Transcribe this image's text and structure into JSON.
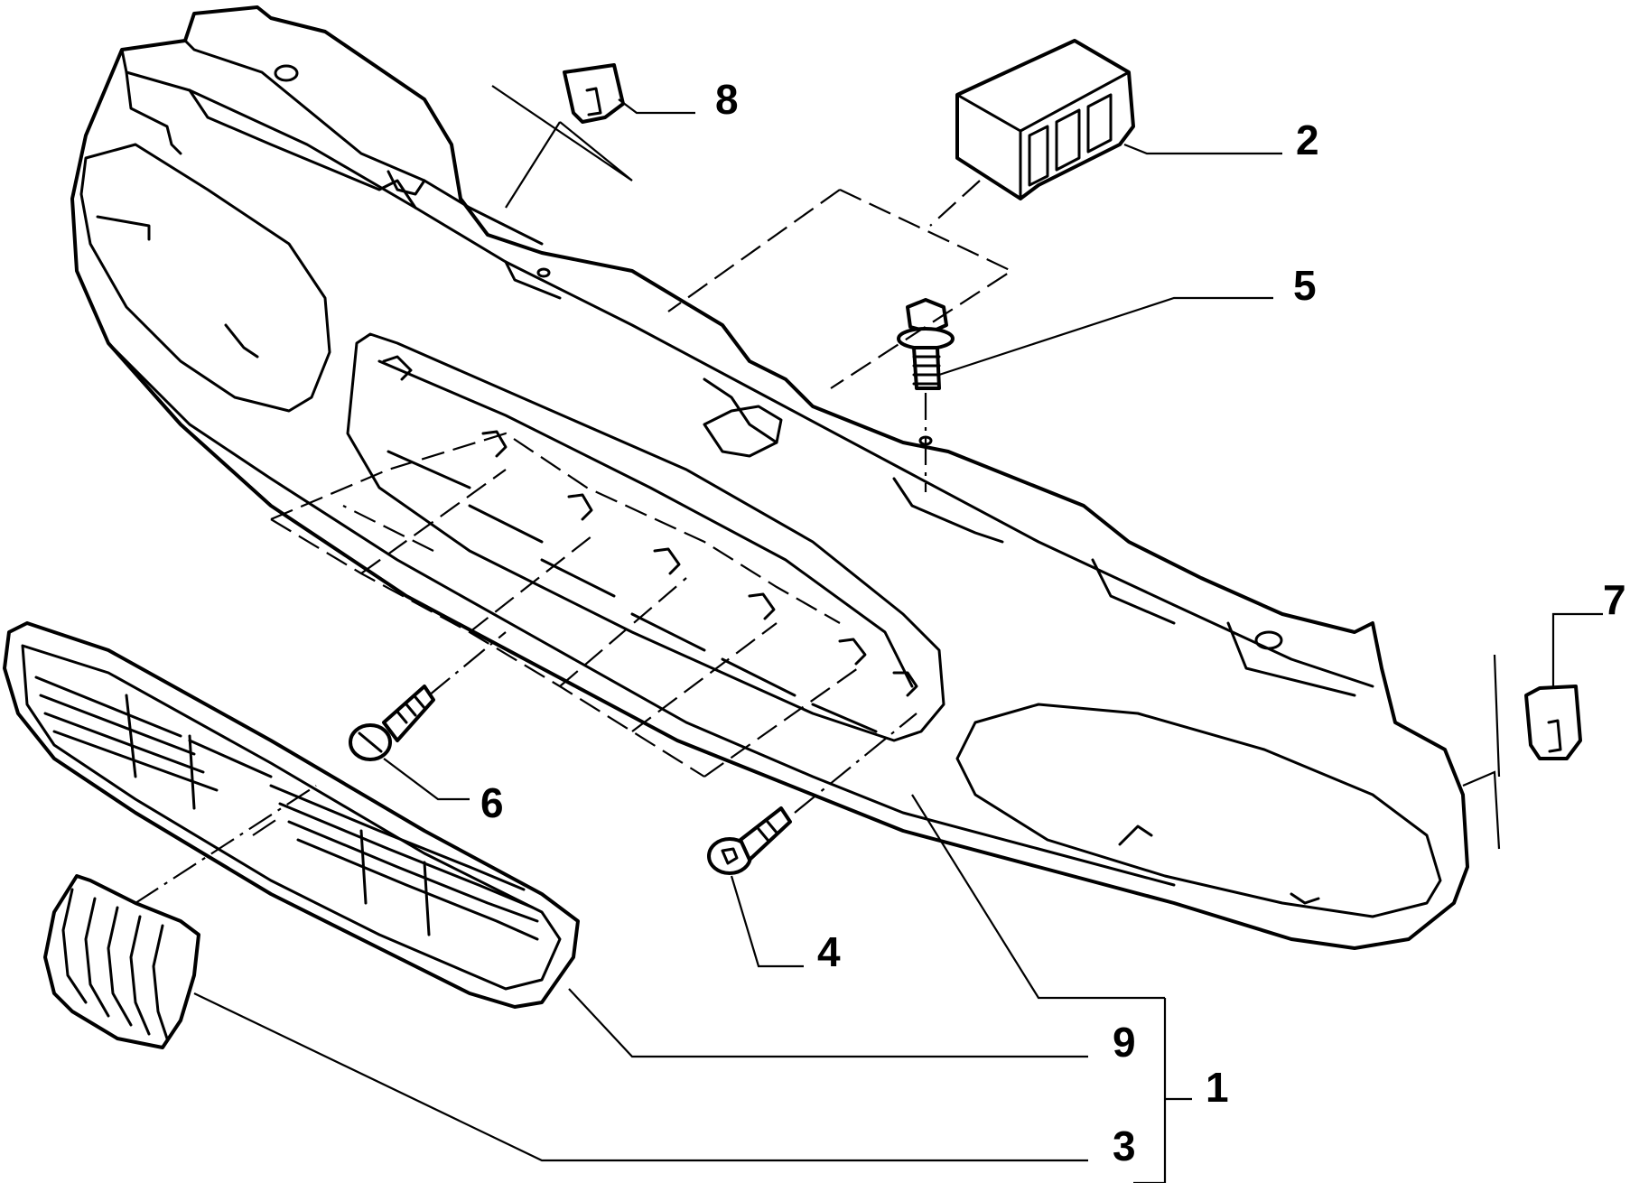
{
  "diagram": {
    "callouts": [
      {
        "id": "8",
        "label": "8"
      },
      {
        "id": "2",
        "label": "2"
      },
      {
        "id": "5",
        "label": "5"
      },
      {
        "id": "7",
        "label": "7"
      },
      {
        "id": "6",
        "label": "6"
      },
      {
        "id": "4",
        "label": "4"
      },
      {
        "id": "9",
        "label": "9"
      },
      {
        "id": "1",
        "label": "1"
      },
      {
        "id": "3",
        "label": "3"
      }
    ]
  }
}
